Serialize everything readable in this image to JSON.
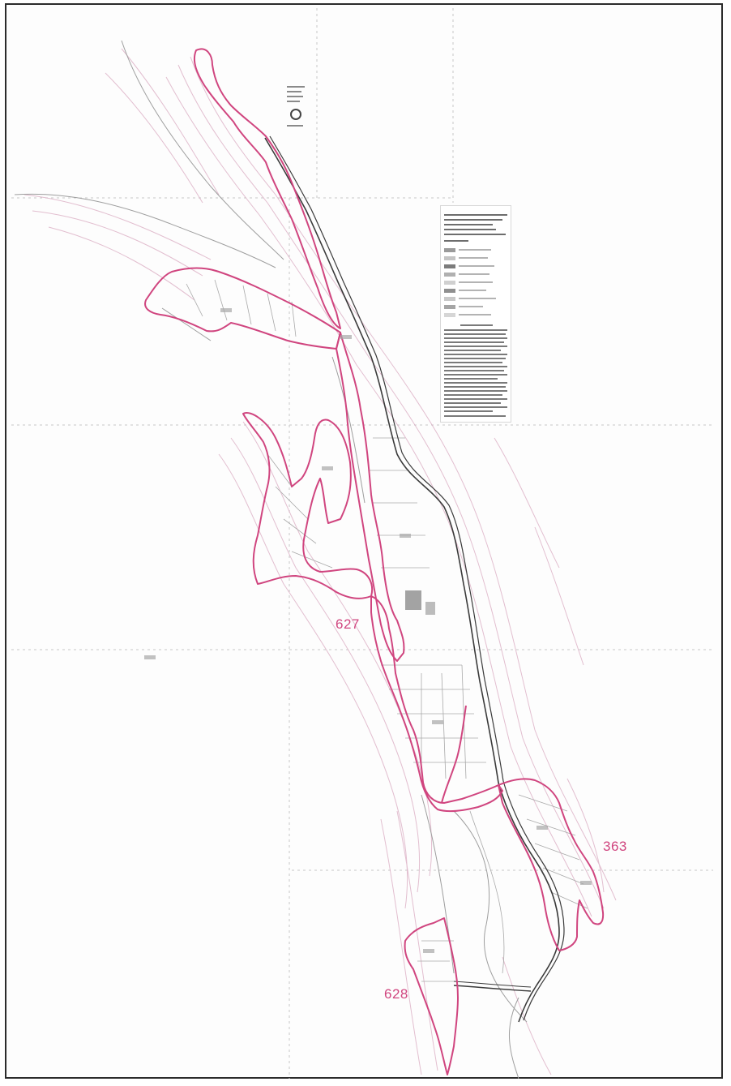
{
  "map": {
    "plot_labels": [
      {
        "id": "627",
        "text": "627"
      },
      {
        "id": "363",
        "text": "363"
      },
      {
        "id": "628",
        "text": "628"
      }
    ],
    "colors": {
      "boundary": "#d0457f",
      "road": "#3a3a3a",
      "contour": "#d9a9c0",
      "grid": "#c8c8c8",
      "frame": "#2b2b2b"
    },
    "icons": [
      "north-arrow-icon"
    ]
  }
}
